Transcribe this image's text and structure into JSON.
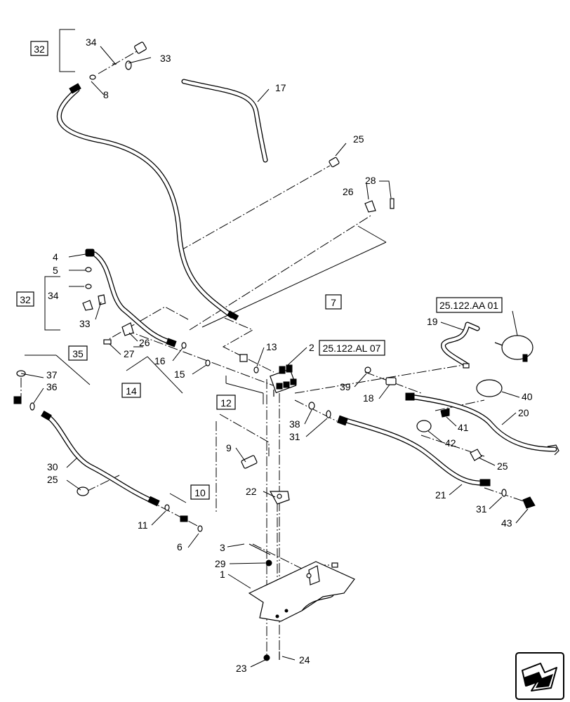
{
  "callouts": {
    "c1": "1",
    "c2": "2",
    "c3": "3",
    "c4": "4",
    "c5": "5",
    "c6": "6",
    "c7": "7",
    "c8": "8",
    "c9": "9",
    "c10": "10",
    "c11": "11",
    "c12": "12",
    "c13": "13",
    "c14": "14",
    "c15": "15",
    "c16": "16",
    "c17": "17",
    "c18": "18",
    "c19": "19",
    "c20": "20",
    "c21": "21",
    "c22": "22",
    "c23": "23",
    "c24": "24",
    "c25a": "25",
    "c25b": "25",
    "c25c": "25",
    "c26a": "26",
    "c26b": "26",
    "c27": "27",
    "c28": "28",
    "c29": "29",
    "c30": "30",
    "c31a": "31",
    "c31b": "31",
    "c32a": "32",
    "c32b": "32",
    "c33a": "33",
    "c33b": "33",
    "c34a": "34",
    "c34b": "34",
    "c35": "35",
    "c36": "36",
    "c37": "37",
    "c38": "38",
    "c39": "39",
    "c40": "40",
    "c41": "41",
    "c42": "42",
    "c43": "43"
  },
  "references": {
    "accumulator_ref": "25.122.AA 01",
    "valve_ref": "25.122.AL 07"
  },
  "nav": {
    "icon": "navigation-arrow-icon"
  }
}
